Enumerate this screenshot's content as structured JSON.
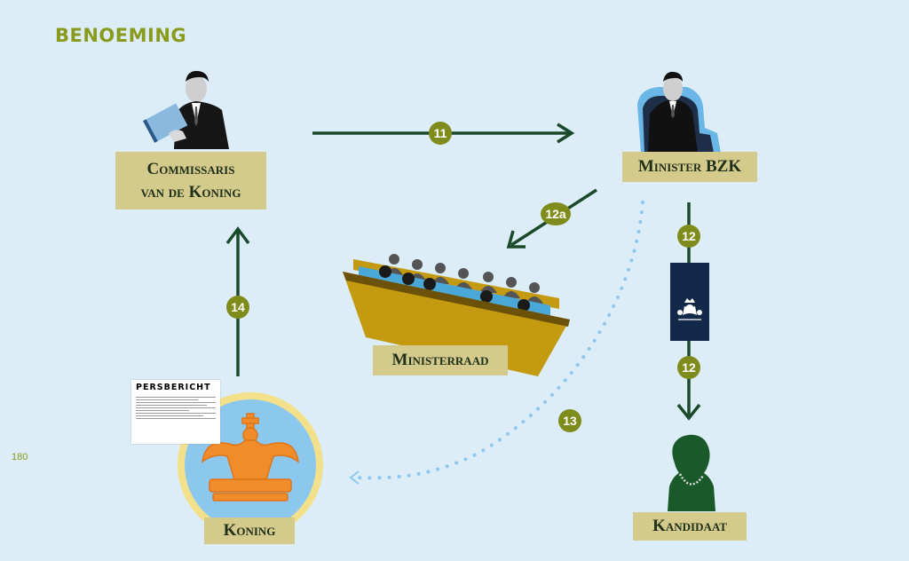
{
  "title": "BENOEMING",
  "page_number": "180",
  "nodes": {
    "commissaris": [
      "Commissaris",
      "van de Koning"
    ],
    "minister": "Minister BZK",
    "ministerraad": "Ministerraad",
    "koning": "Koning",
    "kandidaat": "Kandidaat"
  },
  "steps": {
    "s11": "11",
    "s12a": "12a",
    "s12_top": "12",
    "s12_bottom": "12",
    "s13": "13",
    "s14": "14"
  },
  "persbericht": {
    "title": "PERSBERICHT"
  },
  "colors": {
    "background": "#dcedf7",
    "arrow": "#1a4a2a",
    "badge": "#7f8c1c",
    "label_bg": "#d4ca8c",
    "title": "#8a9a1c",
    "dotted_arrow": "#8cc8ee",
    "crown": "#f08c2a",
    "royal_blue": "#12294a"
  }
}
